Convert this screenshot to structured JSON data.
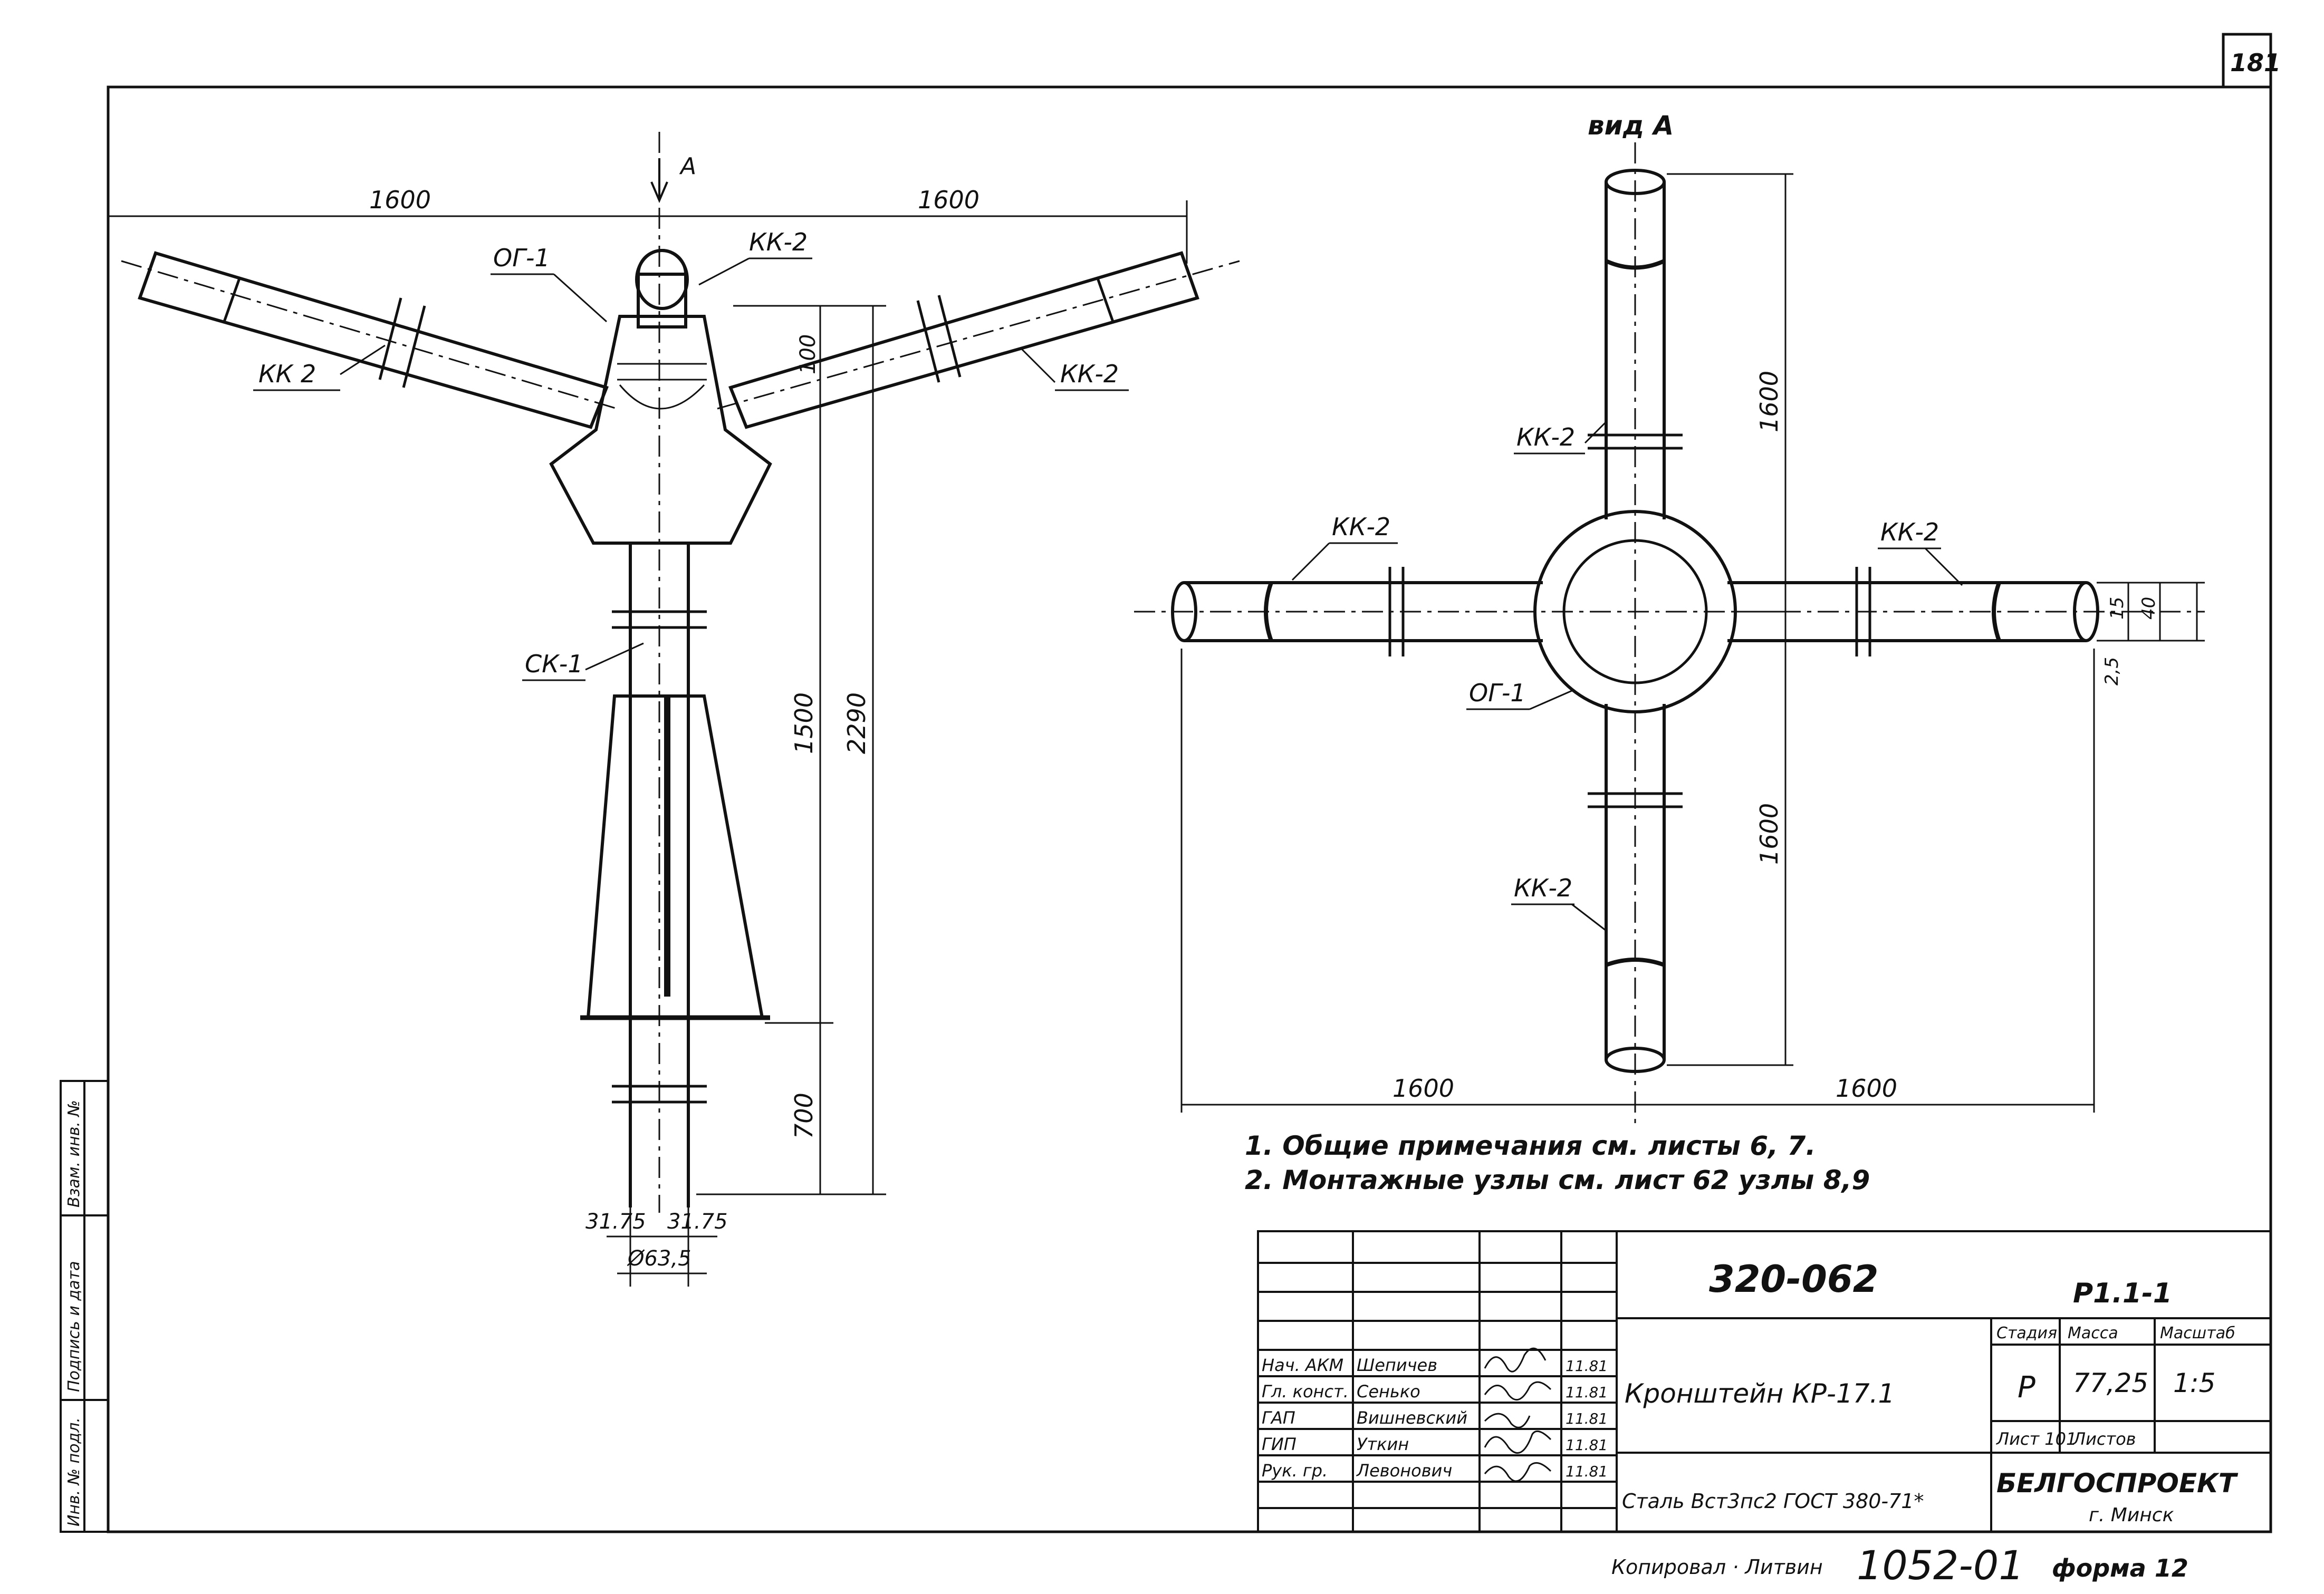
{
  "sheet": {
    "page_corner": "181",
    "view_label": "вид А",
    "section_marker": "А",
    "form_note": "форма 12",
    "copy_note": "Копировал · Литвин",
    "archive_number": "1052-01"
  },
  "side_view": {
    "dim_left_arm": "1600",
    "dim_right_arm": "1600",
    "dim_upper_post": "1500",
    "dim_total_height": "2290",
    "dim_lower_post": "700",
    "dim_offset": "100",
    "dim_half_left": "31.75",
    "dim_half_right": "31.75",
    "dim_diameter": "Ø63,5",
    "label_og1": "ОГ-1",
    "label_kk2_top": "КК-2",
    "label_kk2_left": "КК 2",
    "label_kk2_right": "КК-2",
    "label_sk1": "СК-1"
  },
  "plan_view": {
    "dim_top": "1600",
    "dim_bottom": "1600",
    "dim_left": "1600",
    "dim_right": "1600",
    "dim_end_a": "15",
    "dim_end_b": "40",
    "dim_end_c": "2,5",
    "label_kk2_top": "КК-2",
    "label_kk2_left": "КК-2",
    "label_kk2_right": "КК-2",
    "label_kk2_bottom": "КК-2",
    "label_og1": "ОГ-1"
  },
  "notes": [
    "1. Общие примечания см. листы 6, 7.",
    "2. Монтажные узлы см. лист 62 узлы 8,9"
  ],
  "side_stamp": {
    "cells": [
      "Взам. инв. №",
      "Подпись и дата",
      "Инв. № подл."
    ]
  },
  "title_block": {
    "document_code": "320-062",
    "sheet_code": "Р1.1-1",
    "title": "Кронштейн КР-17.1",
    "material": "Сталь Вст3пс2 ГОСТ 380-71*",
    "organization": "БЕЛГОСПРОЕКТ",
    "city": "г. Минск",
    "col_stage": "Стадия",
    "col_mass": "Масса",
    "col_scale": "Масштаб",
    "stage": "Р",
    "mass": "77,25",
    "scale": "1:5",
    "sheet_label": "Лист 101",
    "sheets_label": "Листов",
    "signatures": [
      {
        "role": "Нач. АКМ",
        "name": "Шепичев",
        "date": "11.81"
      },
      {
        "role": "Гл. конст.",
        "name": "Сенько",
        "date": "11.81"
      },
      {
        "role": "ГАП",
        "name": "Вишневский",
        "date": "11.81"
      },
      {
        "role": "ГИП",
        "name": "Уткин",
        "date": "11.81"
      },
      {
        "role": "Рук. гр.",
        "name": "Левонович",
        "date": "11.81"
      }
    ]
  }
}
